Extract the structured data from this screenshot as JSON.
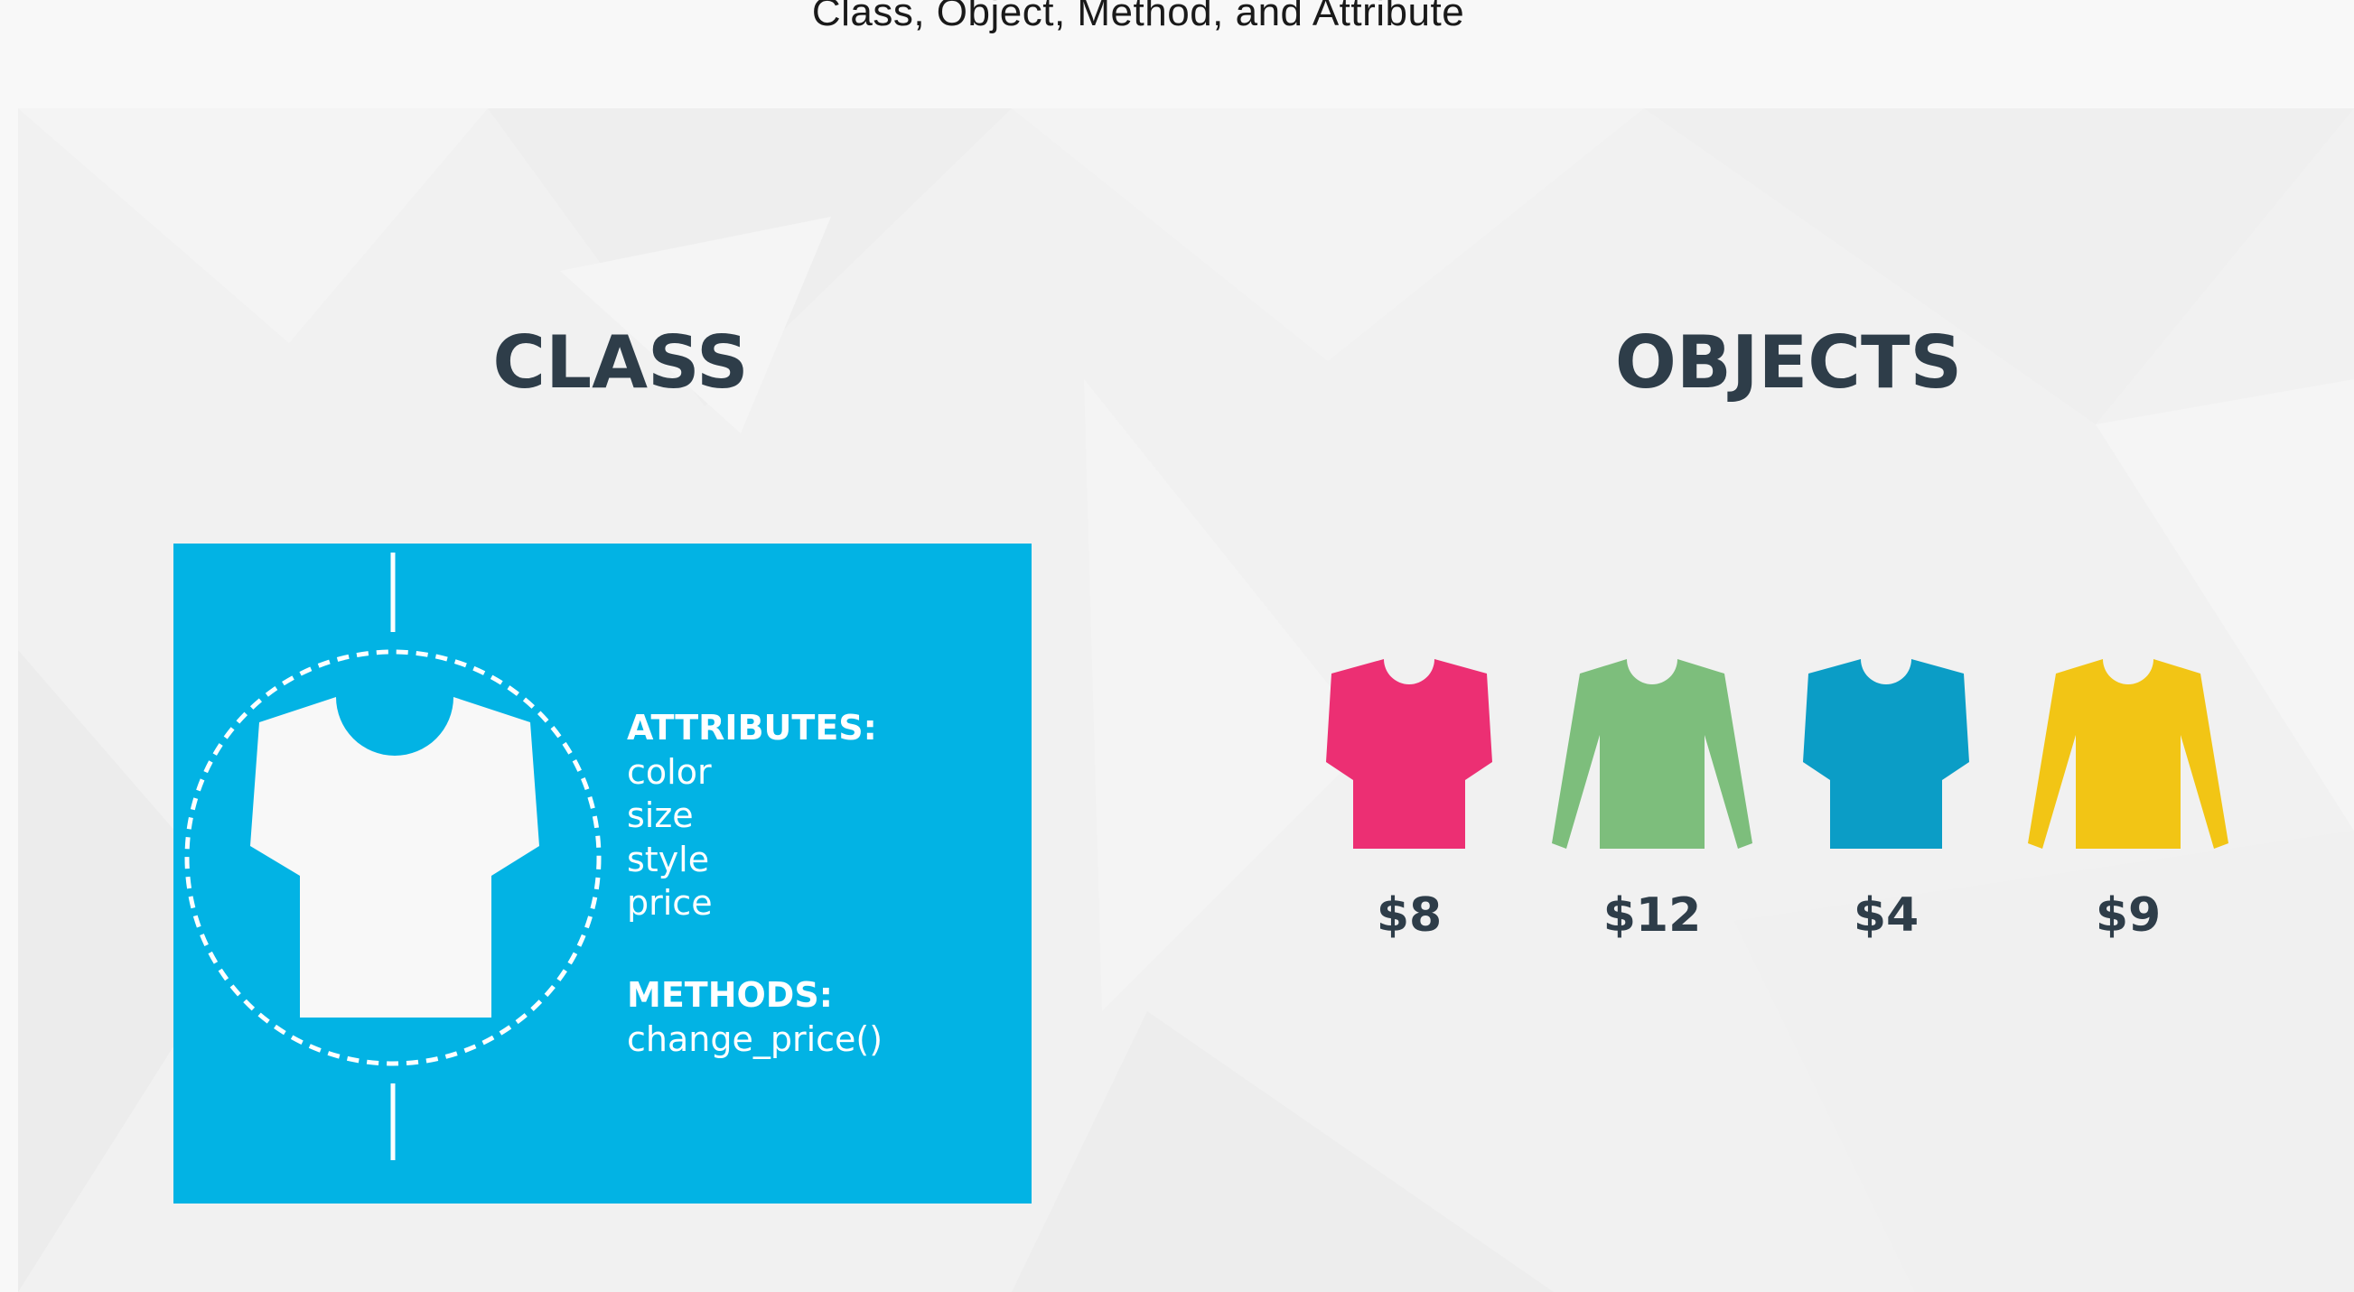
{
  "header": {
    "title": "Class, Object, Method, and Attribute"
  },
  "slide": {
    "class_heading": "CLASS",
    "objects_heading": "OBJECTS",
    "class_box": {
      "color": "#02b3e4",
      "shirt_icon": "tshirt-icon",
      "attributes_label": "ATTRIBUTES:",
      "attributes": [
        "color",
        "size",
        "style",
        "price"
      ],
      "methods_label": "METHODS:",
      "methods": [
        "change_price()"
      ]
    },
    "objects": [
      {
        "icon": "short-sleeve-shirt-icon",
        "color": "#ec2f73",
        "price": "$8"
      },
      {
        "icon": "long-sleeve-shirt-icon",
        "color": "#7dbe7c",
        "price": "$12"
      },
      {
        "icon": "short-sleeve-shirt-icon",
        "color": "#0b9dc6",
        "price": "$4"
      },
      {
        "icon": "long-sleeve-shirt-icon",
        "color": "#f2c515",
        "price": "$9"
      }
    ]
  }
}
